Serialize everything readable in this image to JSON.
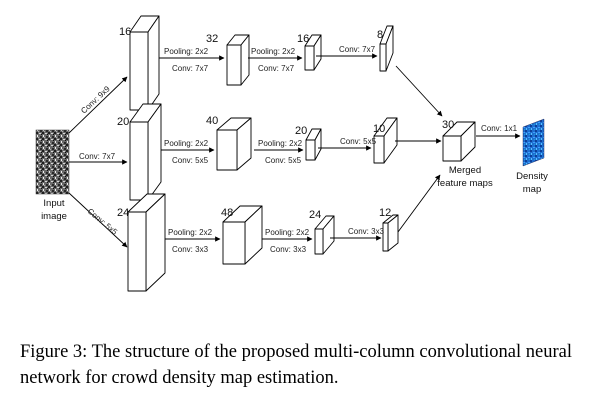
{
  "input": {
    "label_line1": "Input",
    "label_line2": "image"
  },
  "columns": [
    {
      "entry_conv": "Conv: 9x9",
      "layers": [
        {
          "channels": "16",
          "op_top": "Pooling: 2x2",
          "op_bottom": "Conv: 7x7"
        },
        {
          "channels": "32",
          "op_top": "Pooling: 2x2",
          "op_bottom": "Conv: 7x7"
        },
        {
          "channels": "16",
          "op_top": "Conv: 7x7",
          "op_bottom": ""
        },
        {
          "channels": "8"
        }
      ]
    },
    {
      "entry_conv": "Conv: 7x7",
      "layers": [
        {
          "channels": "20",
          "op_top": "Pooling: 2x2",
          "op_bottom": "Conv: 5x5"
        },
        {
          "channels": "40",
          "op_top": "Pooling: 2x2",
          "op_bottom": "Conv: 5x5"
        },
        {
          "channels": "20",
          "op_top": "Conv: 5x5",
          "op_bottom": ""
        },
        {
          "channels": "10"
        }
      ]
    },
    {
      "entry_conv": "Conv: 5x5",
      "layers": [
        {
          "channels": "24",
          "op_top": "Pooling: 2x2",
          "op_bottom": "Conv: 3x3"
        },
        {
          "channels": "48",
          "op_top": "Pooling: 2x2",
          "op_bottom": "Conv: 3x3"
        },
        {
          "channels": "24",
          "op_top": "Conv: 3x3",
          "op_bottom": ""
        },
        {
          "channels": "12"
        }
      ]
    }
  ],
  "merged": {
    "channels": "30",
    "label_line1": "Merged",
    "label_line2": "feature maps",
    "op": "Conv: 1x1"
  },
  "output": {
    "label_line1": "Density",
    "label_line2": "map"
  },
  "caption": "Figure 3: The structure of the proposed multi-column convolutional neural network for crowd density map estimation."
}
